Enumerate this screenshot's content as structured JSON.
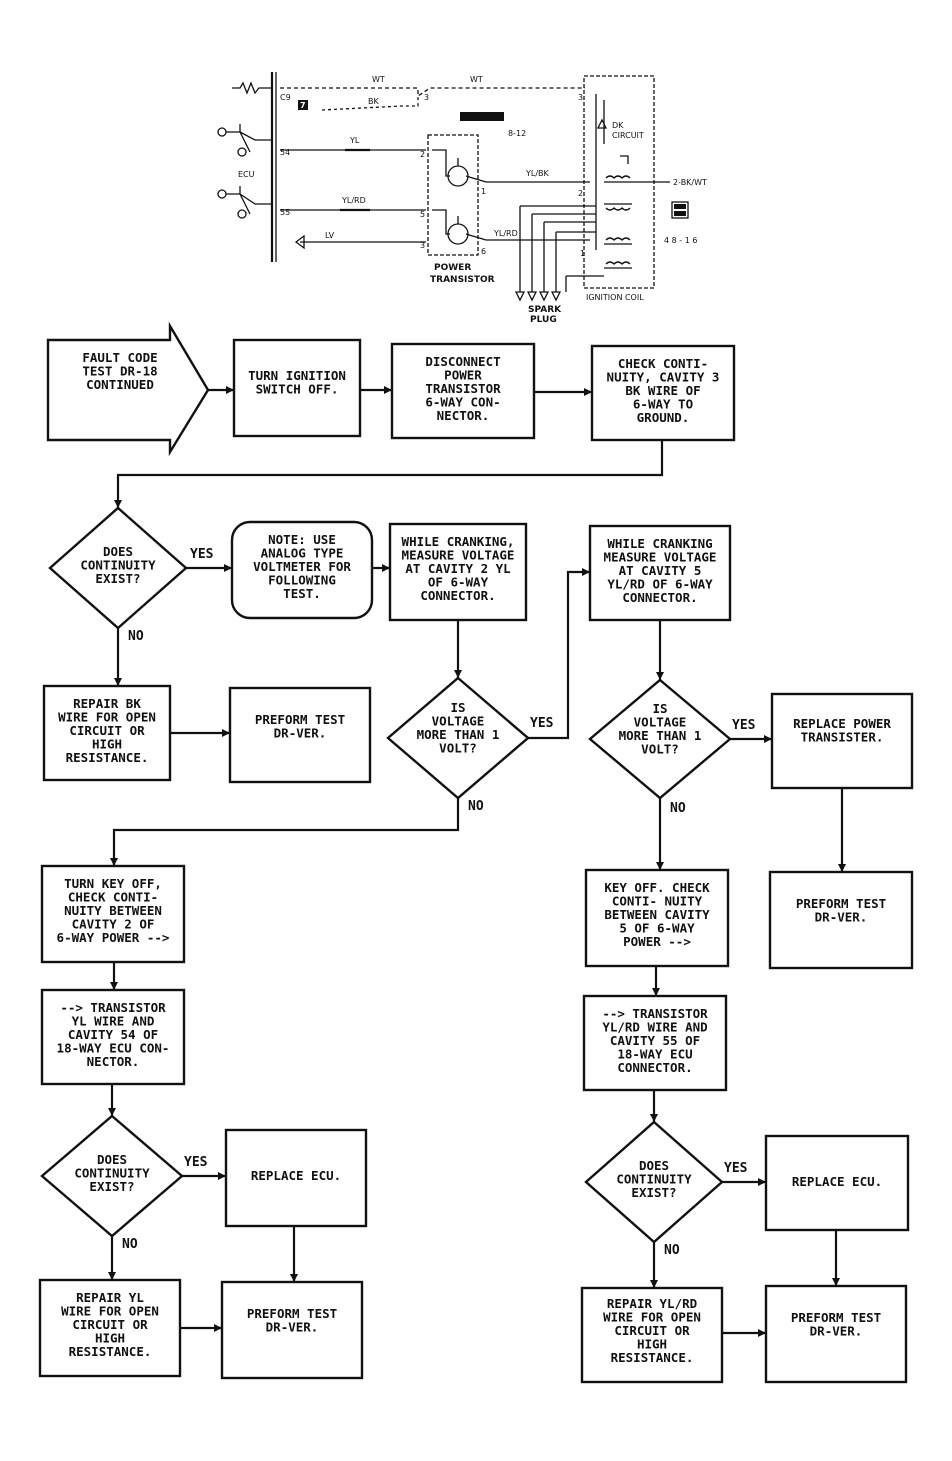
{
  "schematic": {
    "wire_wt_a": "WT",
    "wire_wt_b": "WT",
    "wire_bk": "BK",
    "wire_yl": "YL",
    "wire_ylrd_a": "YL/RD",
    "wire_ylbk": "YL/BK",
    "wire_ylrd_b": "YL/RD",
    "wire_lv": "LV",
    "pin_c9": "C9",
    "pin_54": "54",
    "pin_55": "55",
    "badge_7": "7",
    "ecu": "ECU",
    "ref_b12": "8-12",
    "ref_4816": "4 8 - 1 6",
    "dk_circuit": "DK\nCIRCUIT",
    "out_wire": "2-BK/WT",
    "pin_3a": "3",
    "pin_2a": "2",
    "pin_5a": "5",
    "pin_3b": "3",
    "pin_1a": "1",
    "pin_6a": "6",
    "pin_3c": "3",
    "pin_2c": "2",
    "pin_1c": "1",
    "power_transistor": "POWER\nTRANSISTOR",
    "spark_plug": "SPARK\nPLUG",
    "ignition_coil": "IGNITION COIL"
  },
  "flow": {
    "start": "FAULT CODE\nTEST DR-18\nCONTINUED",
    "s1": "TURN IGNITION\nSWITCH OFF.",
    "s2": "DISCONNECT\nPOWER\nTRANSISTOR\n6-WAY CON-\nNECTOR.",
    "s3": "CHECK CONTI-\nNUITY, CAVITY 3\nBK WIRE OF\n6-WAY TO\nGROUND.",
    "d1": "DOES\nCONTINUITY\nEXIST?",
    "note": "NOTE: USE\nANALOG TYPE\nVOLTMETER FOR\nFOLLOWING\nTEST.",
    "m1": "WHILE CRANKING,\nMEASURE VOLTAGE\nAT CAVITY 2 YL\nOF 6-WAY\nCONNECTOR.",
    "m2": "WHILE CRANKING\nMEASURE VOLTAGE\nAT CAVITY 5\nYL/RD OF 6-WAY\nCONNECTOR.",
    "r1": "REPAIR BK\nWIRE FOR OPEN\nCIRCUIT OR\nHIGH\nRESISTANCE.",
    "p1": "PREFORM TEST\nDR-VER.",
    "d2": "IS\nVOLTAGE\nMORE THAN 1\nVOLT?",
    "d3": "IS\nVOLTAGE\nMORE THAN 1\nVOLT?",
    "rp": "REPLACE POWER\nTRANSISTER.",
    "p2": "PREFORM TEST\nDR-VER.",
    "l1": "TURN KEY OFF,\nCHECK CONTI-\nNUITY BETWEEN\nCAVITY 2 OF\n6-WAY POWER -->",
    "l2": "--> TRANSISTOR\nYL WIRE AND\nCAVITY 54 OF\n18-WAY ECU CON-\nNECTOR.",
    "k1": "KEY OFF. CHECK\nCONTI- NUITY\nBETWEEN CAVITY\n5 OF 6-WAY\nPOWER -->",
    "k2": "--> TRANSISTOR\nYL/RD WIRE AND\nCAVITY 55 OF\n18-WAY ECU\nCONNECTOR.",
    "d4": "DOES\nCONTINUITY\nEXIST?",
    "d5": "DOES\nCONTINUITY\nEXIST?",
    "re1": "REPLACE ECU.",
    "re2": "REPLACE ECU.",
    "ry1": "REPAIR YL\nWIRE FOR OPEN\nCIRCUIT OR\nHIGH\nRESISTANCE.",
    "ry2": "REPAIR YL/RD\nWIRE FOR OPEN\nCIRCUIT OR\nHIGH\nRESISTANCE.",
    "p3": "PREFORM TEST\nDR-VER.",
    "p4": "PREFORM TEST\nDR-VER.",
    "yes": "YES",
    "no": "NO"
  }
}
